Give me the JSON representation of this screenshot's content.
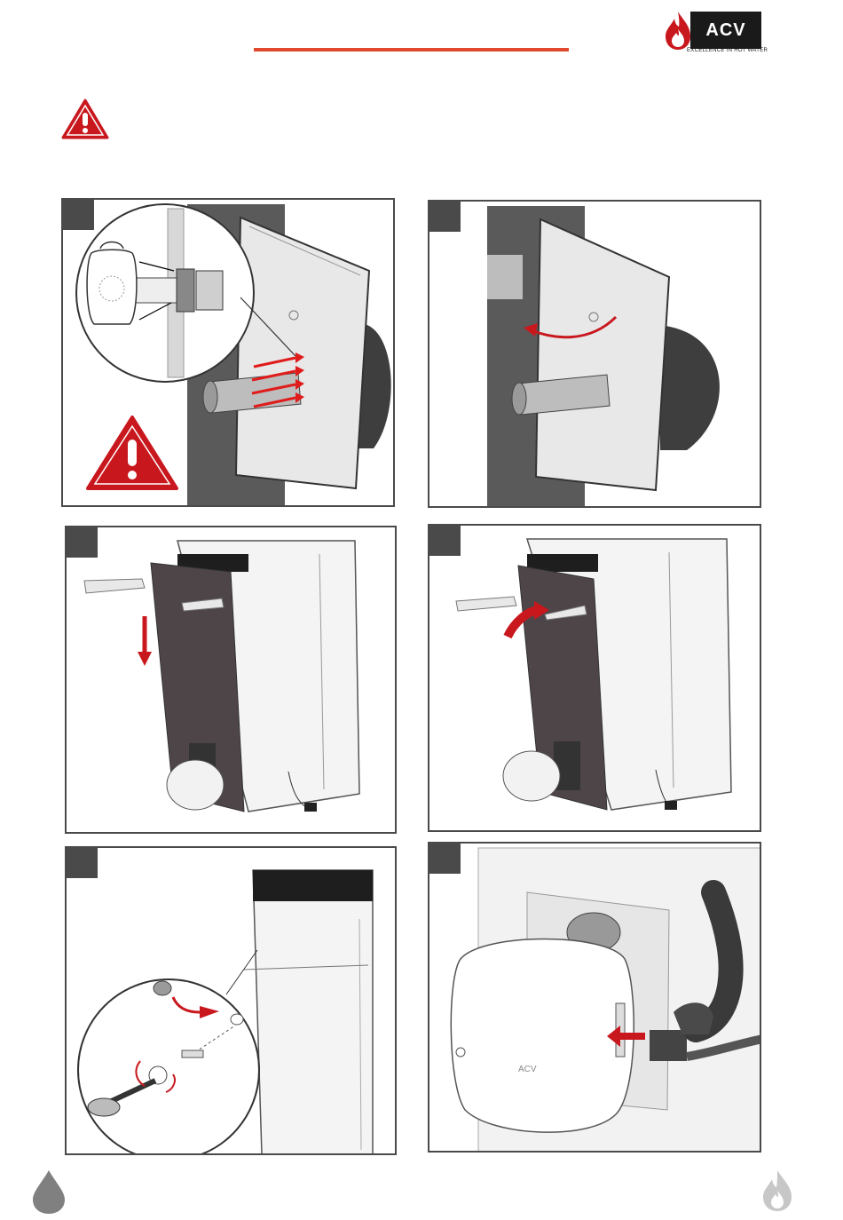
{
  "header": {
    "logo_text": "ACV",
    "logo_tagline": "EXCELLENCE IN HOT WATER",
    "accent_color": "#e0492f",
    "warning_color": "#c8181e"
  },
  "steps": [
    {
      "id": 1,
      "name": "insulate-flue-pipe"
    },
    {
      "id": 2,
      "name": "close-door"
    },
    {
      "id": 3,
      "name": "remove-front-panel"
    },
    {
      "id": 4,
      "name": "refit-front-panel"
    },
    {
      "id": 5,
      "name": "fix-screw"
    },
    {
      "id": 6,
      "name": "connect-burner-plug"
    }
  ],
  "burner_logo_text": "ACV",
  "footer": {
    "left_icon": "water-drop-icon",
    "right_icon": "flame-icon"
  }
}
